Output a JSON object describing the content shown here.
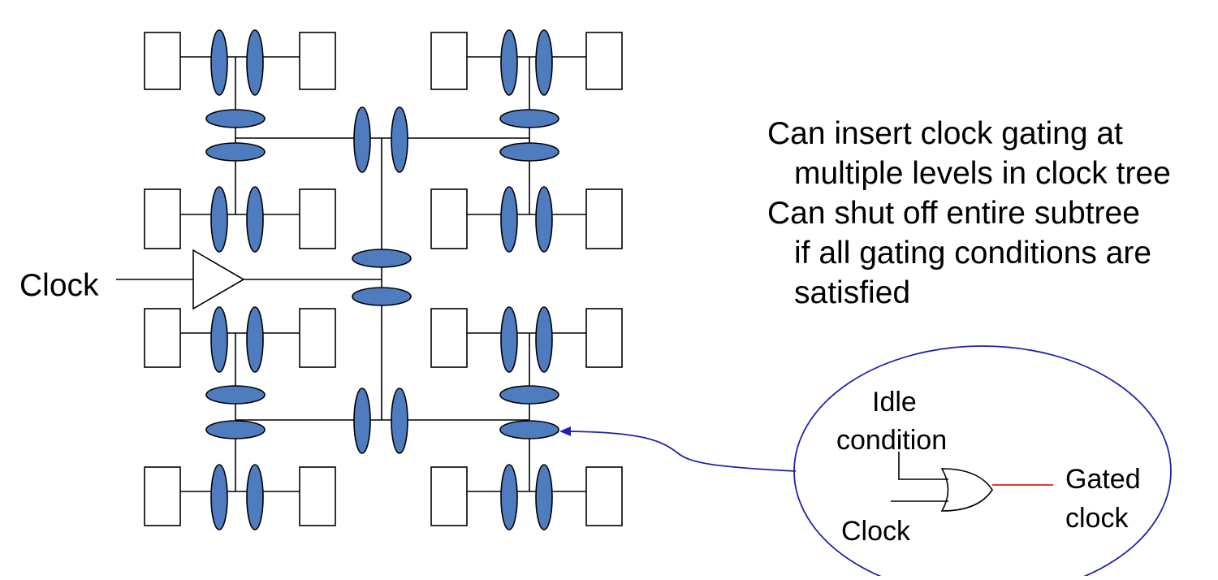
{
  "diagram": {
    "clock_label": "Clock",
    "colors": {
      "buffer_fill": "#4f7cbf",
      "stroke": "#000000",
      "callout": "#2222aa",
      "gated_output": "#d62020"
    }
  },
  "notes": {
    "line1": "Can insert clock gating at",
    "line2": "multiple levels in clock tree",
    "line3": "Can shut off entire subtree",
    "line4": "if all gating conditions are",
    "line5": "satisfied"
  },
  "inset": {
    "idle_line1": "Idle",
    "idle_line2": "condition",
    "clock": "Clock",
    "gated_line1": "Gated",
    "gated_line2": "clock"
  }
}
